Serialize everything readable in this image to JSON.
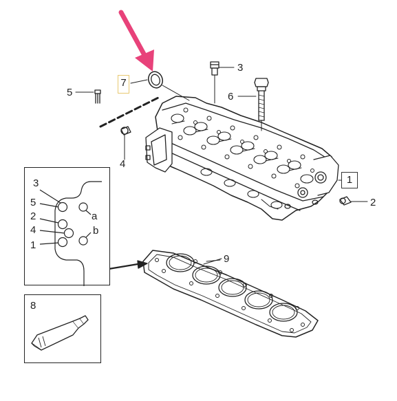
{
  "callouts": {
    "c1": "1",
    "c2": "2",
    "c3": "3",
    "c4": "4",
    "c5": "5",
    "c6": "6",
    "c7": "7",
    "c8": "8",
    "c9": "9"
  },
  "bolt_detail": {
    "seq3": "3",
    "seq5": "5",
    "seq2": "2",
    "seq4": "4",
    "seq1": "1",
    "a": "a",
    "b": "b"
  },
  "colors": {
    "arrow": "#e8427a",
    "highlight_box": "#e8c870",
    "line": "#222222"
  }
}
